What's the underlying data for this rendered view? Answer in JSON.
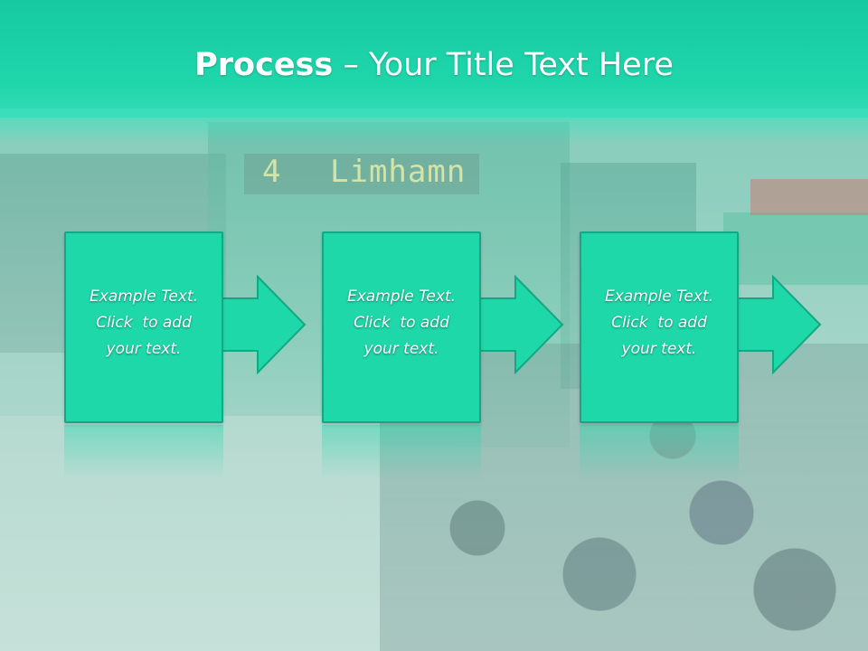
{
  "slide": {
    "title_bold": "Process",
    "title_rest": " – Your Title Text Here"
  },
  "background": {
    "sign_number": "4",
    "sign_destination": "Limhamn"
  },
  "steps": [
    {
      "line1": "Example Text.",
      "line2": "Click  to add",
      "line3": "your text."
    },
    {
      "line1": "Example Text.",
      "line2": "Click  to add",
      "line3": "your text."
    },
    {
      "line1": "Example Text.",
      "line2": "Click  to add",
      "line3": "your text."
    }
  ],
  "colors": {
    "accent": "#1fd8aa",
    "accent_border": "#12a883",
    "header": "#16c9a1",
    "text": "#ffffff"
  }
}
